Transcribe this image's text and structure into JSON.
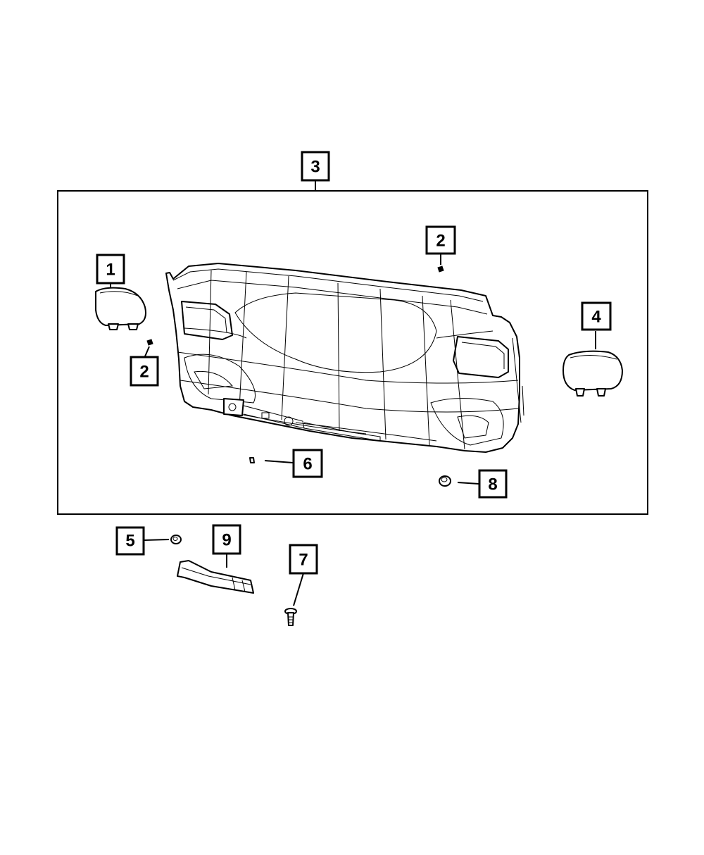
{
  "callouts": {
    "c1": "1",
    "c2a": "2",
    "c2b": "2",
    "c3": "3",
    "c4": "4",
    "c5": "5",
    "c6": "6",
    "c7": "7",
    "c8": "8",
    "c9": "9"
  },
  "colors": {
    "line": "#000000",
    "background": "#ffffff"
  }
}
